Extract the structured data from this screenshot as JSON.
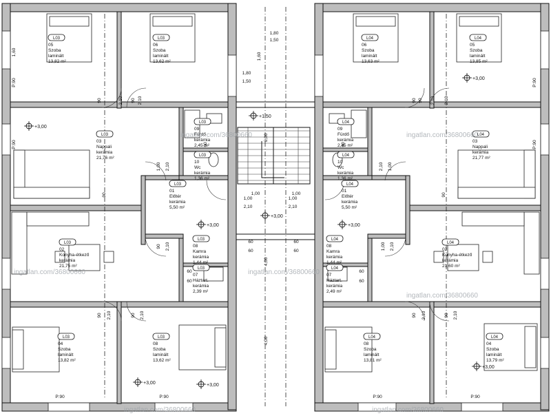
{
  "watermark": "ingatlan.com/36800660",
  "rooms": [
    {
      "tag": "L03",
      "num": "05",
      "name": "Szoba",
      "floor": "laminált",
      "area": "13,82 m²"
    },
    {
      "tag": "L03",
      "num": "06",
      "name": "Szoba",
      "floor": "laminált",
      "area": "13,62 m²"
    },
    {
      "tag": "L04",
      "num": "06",
      "name": "Szoba",
      "floor": "laminált",
      "area": "13,63 m²"
    },
    {
      "tag": "L04",
      "num": "05",
      "name": "Szoba",
      "floor": "laminált",
      "area": "13,85 m²"
    },
    {
      "tag": "L03",
      "num": "03",
      "name": "Nappali",
      "floor": "kerámia",
      "area": "21,76 m²"
    },
    {
      "tag": "L04",
      "num": "03",
      "name": "Nappali",
      "floor": "kerámia",
      "area": "21,77 m²"
    },
    {
      "tag": "L03",
      "num": "09",
      "name": "Fürdő",
      "floor": "kerámia",
      "area": "2,45 m²"
    },
    {
      "tag": "L04",
      "num": "09",
      "name": "Fürdő",
      "floor": "kerámia",
      "area": "2,45 m²"
    },
    {
      "tag": "L03",
      "num": "10",
      "name": "Wc",
      "floor": "kerámia",
      "area": "1,36 m²"
    },
    {
      "tag": "L04",
      "num": "10",
      "name": "Wc",
      "floor": "kerámia",
      "area": "1,36 m²"
    },
    {
      "tag": "L03",
      "num": "01",
      "name": "Előtér",
      "floor": "kerámia",
      "area": "5,50 m²"
    },
    {
      "tag": "L04",
      "num": "01",
      "name": "Előtér",
      "floor": "kerámia",
      "area": "5,50 m²"
    },
    {
      "tag": "L03",
      "num": "02",
      "name": "Konyha-étkező",
      "floor": "kerámia",
      "area": "21,75 m²"
    },
    {
      "tag": "L04",
      "num": "02",
      "name": "Konyha-étkező",
      "floor": "kerámia",
      "area": "21,60 m²"
    },
    {
      "tag": "L03",
      "num": "08",
      "name": "Kamra",
      "floor": "kerámia",
      "area": "1,44 m²"
    },
    {
      "tag": "L04",
      "num": "08",
      "name": "Kamra",
      "floor": "kerámia",
      "area": "1,44 m²"
    },
    {
      "tag": "L03",
      "num": "07",
      "name": "Háztart.",
      "floor": "kerámia",
      "area": "2,39 m²"
    },
    {
      "tag": "L04",
      "num": "07",
      "name": "Háztart.",
      "floor": "kerámia",
      "area": "2,49 m²"
    },
    {
      "tag": "L03",
      "num": "04",
      "name": "Szoba",
      "floor": "laminált",
      "area": "13,82 m²"
    },
    {
      "tag": "L03",
      "num": "08",
      "name": "Szoba",
      "floor": "laminált",
      "area": "13,62 m²"
    },
    {
      "tag": "L04",
      "num": "08",
      "name": "Szoba",
      "floor": "laminált",
      "area": "13,81 m²"
    },
    {
      "tag": "L04",
      "num": "04",
      "name": "Szoba",
      "floor": "laminált",
      "area": "13,79 m²"
    }
  ],
  "elevations": [
    "+3,00",
    "+3,00",
    "+3,00",
    "+3,00",
    "+3,00",
    "+3,00",
    "+3,00",
    "+3,00",
    "+1,50"
  ],
  "dims": [
    "1,80",
    "1,50",
    "1,80",
    "1,50",
    "1,60",
    "1,60",
    "6,00",
    "4,00",
    "4,00",
    "1,00",
    "2,10",
    "1,00",
    "2,10",
    "60",
    "60",
    "60",
    "60",
    "90",
    "2,10",
    "90",
    "2,10",
    "90",
    "2,10",
    "90",
    "2,10",
    "90",
    "2,10",
    "90",
    "2,10",
    "90",
    "2,10",
    "90",
    "2,10",
    "1,00",
    "2,10",
    "1,00",
    "2,10",
    "90",
    "2,10",
    "1,00",
    "2,10",
    "90",
    "90",
    "P:90",
    "P:90",
    "P:90",
    "P:90",
    "P:90",
    "P:90",
    "P:90",
    "P:90",
    "1,00",
    "1,00",
    "60",
    "60",
    "60",
    "60",
    "60",
    "60"
  ]
}
